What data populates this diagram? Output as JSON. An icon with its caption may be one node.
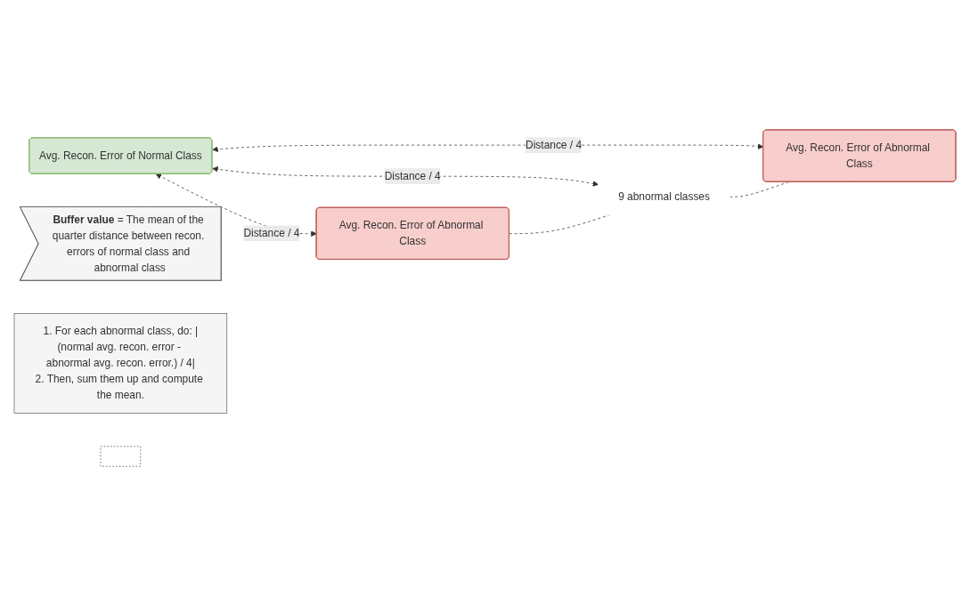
{
  "diagram": {
    "nodes": [
      {
        "text": [
          "Avg. Recon. Error of Normal Class"
        ]
      },
      {
        "text": [
          "Avg. Recon. Error of Abnormal Class"
        ]
      },
      {
        "text": [
          "9 abnormal classes"
        ]
      },
      {
        "text": [
          "Avg. Recon. Error of Abnormal Class"
        ]
      },
      {
        "text": [
          "**Buffer value** = The mean of the quarter distance between recon. errors of normal class and abnormal class"
        ]
      },
      {
        "text": [
          "1. For each abnormal class, do: |(normal avg. recon. error - abnormal avg. recon. error.) / 4|",
          "2. Then, sum them up and compute the mean."
        ]
      },
      {
        "text": [],
        "shape": "box"
      }
    ],
    "edges": [
      {
        "from": 0,
        "to": 1,
        "arrow": "both",
        "label": "Distance / 4",
        "style": "dashed"
      },
      {
        "from": 0,
        "to": 2,
        "arrow": "both",
        "label": "Distance / 4",
        "style": "dashed"
      },
      {
        "from": 0,
        "to": 3,
        "arrow": "both",
        "label": "Distance / 4",
        "style": "dashed"
      },
      {
        "from": 1,
        "to": 2,
        "arrow": "none",
        "style": "dashed"
      },
      {
        "from": 2,
        "to": 3,
        "arrow": "none",
        "style": "dashed"
      }
    ]
  }
}
